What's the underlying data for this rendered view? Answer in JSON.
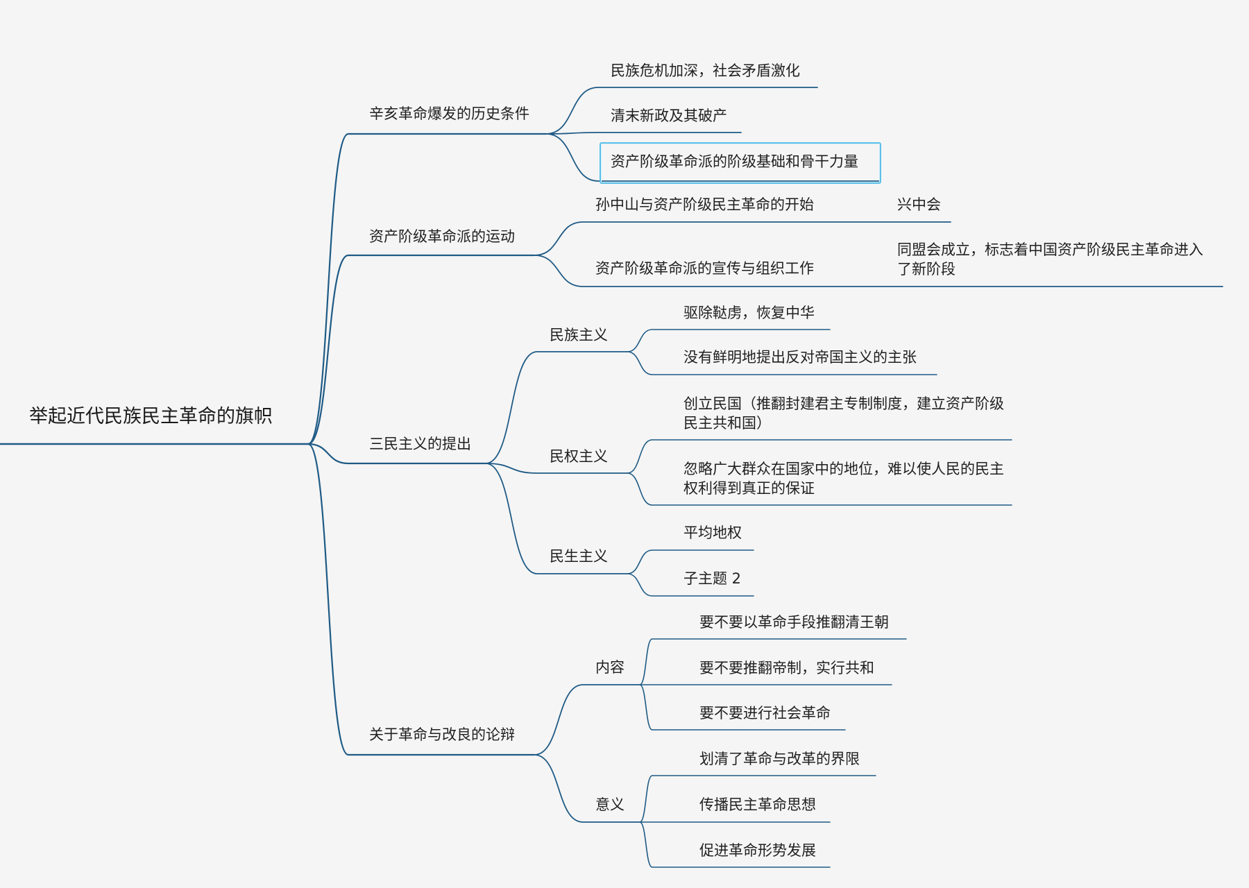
{
  "mindmap": {
    "root": "举起近代民族民主革命的旗帜",
    "branches": [
      {
        "label": "辛亥革命爆发的历史条件",
        "children": [
          {
            "label": "民族危机加深，社会矛盾激化"
          },
          {
            "label": "清末新政及其破产"
          },
          {
            "label": "资产阶级革命派的阶级基础和骨干力量",
            "selected": true
          }
        ]
      },
      {
        "label": "资产阶级革命派的运动",
        "children": [
          {
            "label": "孙中山与资产阶级民主革命的开始",
            "children": [
              {
                "label": "兴中会"
              }
            ]
          },
          {
            "label": "资产阶级革命派的宣传与组织工作",
            "children": [
              {
                "label": "同盟会成立，标志着中国资产阶级民主革命进入了新阶段"
              }
            ]
          }
        ]
      },
      {
        "label": "三民主义的提出",
        "children": [
          {
            "label": "民族主义",
            "children": [
              {
                "label": "驱除鞑虏，恢复中华"
              },
              {
                "label": "没有鲜明地提出反对帝国主义的主张"
              }
            ]
          },
          {
            "label": "民权主义",
            "children": [
              {
                "label": "创立民国（推翻封建君主专制制度，建立资产阶级民主共和国）"
              },
              {
                "label": "忽略广大群众在国家中的地位，难以使人民的民主权利得到真正的保证"
              }
            ]
          },
          {
            "label": "民生主义",
            "children": [
              {
                "label": "平均地权"
              },
              {
                "label": "子主题 2"
              }
            ]
          }
        ]
      },
      {
        "label": "关于革命与改良的论辩",
        "children": [
          {
            "label": "内容",
            "children": [
              {
                "label": "要不要以革命手段推翻清王朝"
              },
              {
                "label": "要不要推翻帝制，实行共和"
              },
              {
                "label": "要不要进行社会革命"
              }
            ]
          },
          {
            "label": "意义",
            "children": [
              {
                "label": "划清了革命与改革的界限"
              },
              {
                "label": "传播民主革命思想"
              },
              {
                "label": "促进革命形势发展"
              }
            ]
          }
        ]
      }
    ]
  },
  "colors": {
    "line": "#1e5a85",
    "selection": "#5bc0e8",
    "background": "#f5f5f5"
  }
}
